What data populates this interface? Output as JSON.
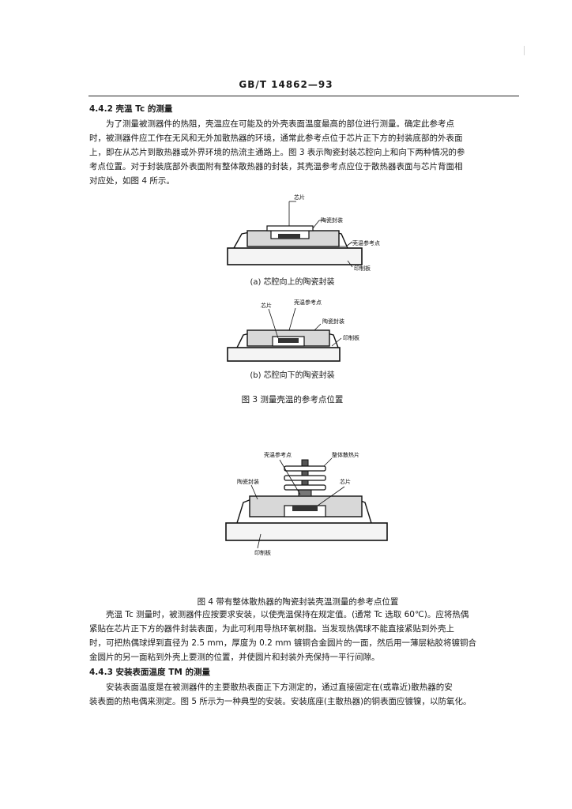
{
  "header": {
    "standard_no": "GB/T 14862—93"
  },
  "sec_442": {
    "heading": "4.4.2  壳温 Tc 的测量",
    "lines": [
      "为了测量被测器件的热阻，壳温应在可能及的外壳表面温度最高的部位进行测量。确定此参考点",
      "时，被测器件应工作在无风和无外加散热器的环境，通常此参考点位于芯片正下方的封装底部的外表面",
      "上，即在从芯片到散热器或外界环境的热流主通路上。图 3 表示陶瓷封装芯腔向上和向下两种情况的参",
      "考点位置。对于封装底部外表面附有整体散热器的封装，其壳温参考点应位于散热器表面与芯片背面相",
      "对应处，如图 4 所示。"
    ]
  },
  "fig3a": {
    "labels": {
      "chip": "芯片",
      "ceramic": "陶瓷封装",
      "ref": "壳温参考点",
      "pcb": "印制板"
    },
    "caption": "(a) 芯腔向上的陶瓷封装"
  },
  "fig3b": {
    "labels": {
      "chip": "芯片",
      "ref": "壳温参考点",
      "ceramic": "陶瓷封装",
      "pcb": "印制板"
    },
    "caption": "(b) 芯腔向下的陶瓷封装"
  },
  "fig3_caption": "图 3   测量壳温的参考点位置",
  "fig4": {
    "labels": {
      "ref": "壳温参考点",
      "heatsink": "整体散热片",
      "ceramic": "陶瓷封装",
      "chip": "芯片",
      "pcb": "印制板"
    },
    "caption": "图 4   带有整体散热器的陶瓷封装壳温测量的参考点位置"
  },
  "para_tc": {
    "lines": [
      "壳温 Tc 测量时，被测器件应按要求安装，以使壳温保持在规定值。(通常 Tc 选取 60℃)。应将热偶",
      "紧贴在芯片正下方的器件封装表面，为此可利用导热环氧树脂。当发现热偶球不能直接紧贴到外壳上",
      "时，可把热偶球焊到直径为 2.5 mm，厚度为 0.2 mm 镀铜合金圆片的一面，然后用一薄层粘胶将镀铜合",
      "金圆片的另一面粘到外壳上要测的位置，并使圆片和封装外壳保持一平行间隙。"
    ]
  },
  "sec_443": {
    "heading": "4.4.3   安装表面温度 TM 的测量",
    "lines": [
      "安装表面温度是在被测器件的主要散热表面正下方测定的，通过直接固定在(或靠近)散热器的安",
      "装表面的热电偶来测定。图 5 所示为一种典型的安装。安装底座(主散热器)的铜表面应镀镍，以防氧化。"
    ]
  }
}
